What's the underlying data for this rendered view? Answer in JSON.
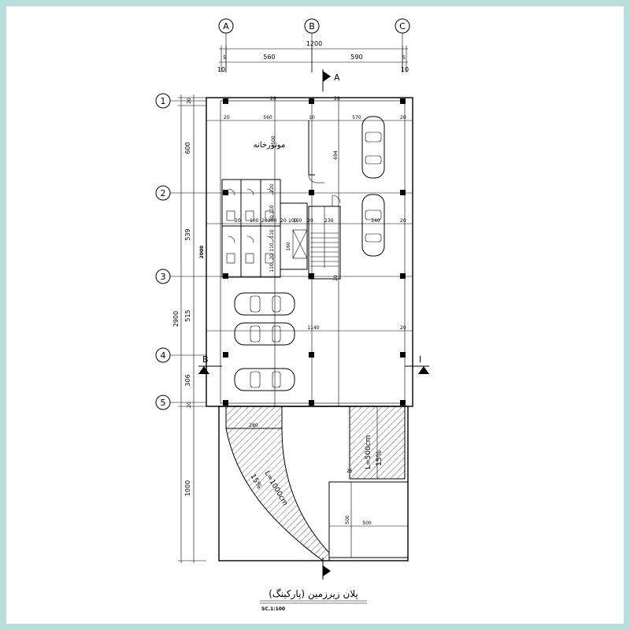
{
  "grid": {
    "columns": [
      "A",
      "B",
      "C"
    ],
    "rows": [
      "1",
      "2",
      "3",
      "4",
      "5"
    ]
  },
  "dimensions": {
    "top_total": "1200",
    "top_segments": [
      "5",
      "560",
      "590",
      "5"
    ],
    "top_small": [
      "10",
      "10"
    ],
    "left_total": "2900",
    "left_segments": [
      "20",
      "600",
      "539",
      "515",
      "306",
      "20"
    ],
    "left_ramp": "1000",
    "inner_total": "2000",
    "inner_top": [
      "20",
      "560",
      "10",
      "570",
      "20"
    ],
    "row2": [
      "20",
      "100",
      "20",
      "100",
      "20",
      "100",
      "160",
      "20",
      "230",
      "340",
      "20"
    ],
    "stair": [
      "694",
      "500",
      "160",
      "20"
    ],
    "row4": [
      "1140",
      "20"
    ],
    "ramp": [
      "280",
      "500",
      "500",
      "25"
    ],
    "col_labels": [
      "120",
      "110",
      "20",
      "110",
      "110",
      "20",
      "110"
    ]
  },
  "section_marks": {
    "vertical": "A",
    "left": "B",
    "right": "I"
  },
  "room_label": "موتورخانه",
  "ramp_labels": {
    "curved_length": "L=1000cm",
    "curved_slope": "15%",
    "straight_length": "L=500cm",
    "straight_slope": "15%"
  },
  "title": "پلان زیرزمین (پارکینگ)",
  "scale": "SC.1:100"
}
